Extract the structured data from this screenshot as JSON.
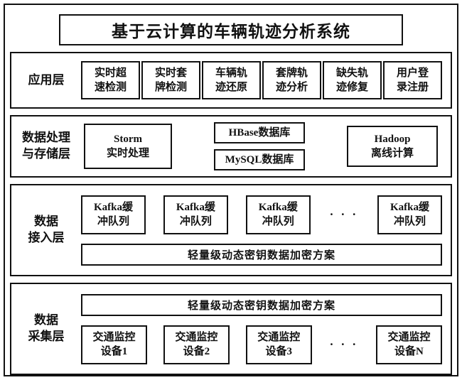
{
  "title": "基于云计算的车辆轨迹分析系统",
  "dots": "· · ·",
  "app_layer": {
    "label": "应用层",
    "boxes": [
      "实时超\n速检测",
      "实时套\n牌检测",
      "车辆轨\n迹还原",
      "套牌轨\n迹分析",
      "缺失轨\n迹修复",
      "用户登\n录注册"
    ]
  },
  "storage_layer": {
    "label": "数据处理\n与存储层",
    "storm": "Storm\n实时处理",
    "hbase": "HBase数据库",
    "mysql": "MySQL数据库",
    "hadoop": "Hadoop\n离线计算"
  },
  "access_layer": {
    "label": "数据\n接入层",
    "kafka_boxes": [
      "Kafka缓\n冲队列",
      "Kafka缓\n冲队列",
      "Kafka缓\n冲队列",
      "Kafka缓\n冲队列"
    ],
    "encryption_bar": "轻量级动态密钥数据加密方案"
  },
  "collect_layer": {
    "label": "数据\n采集层",
    "encryption_bar": "轻量级动态密钥数据加密方案",
    "device_boxes": [
      "交通监控\n设备1",
      "交通监控\n设备2",
      "交通监控\n设备3",
      "交通监控\n设备N"
    ]
  }
}
